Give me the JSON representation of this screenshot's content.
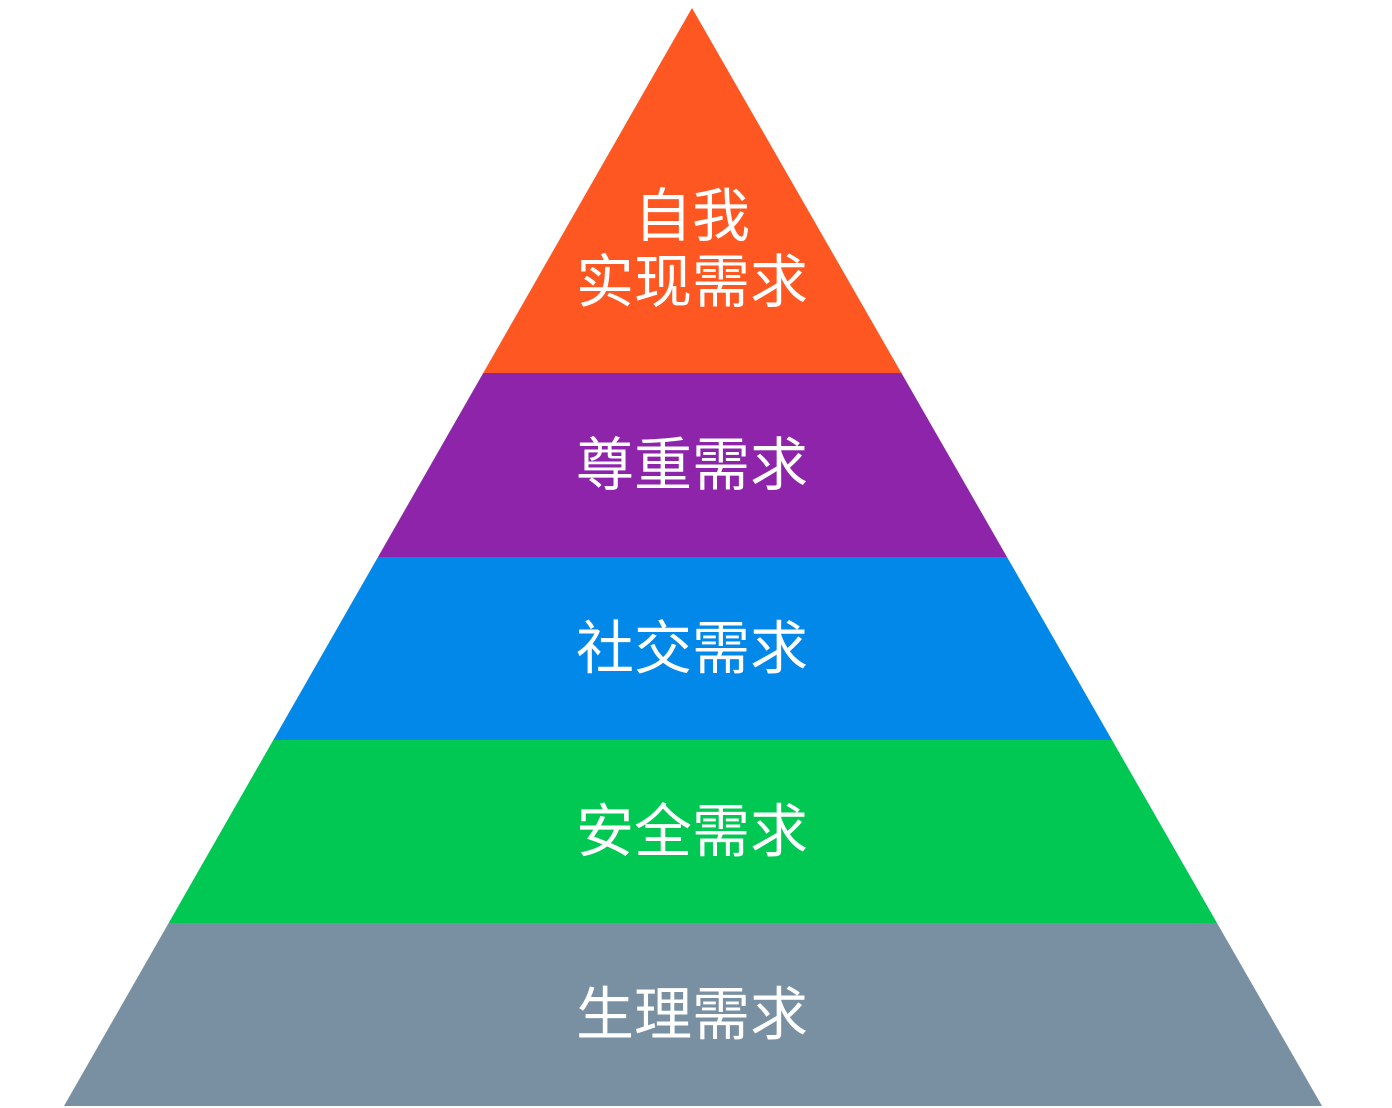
{
  "pyramid": {
    "levels": [
      {
        "lines": [
          "自我",
          "实现需求"
        ],
        "color": "#FF5722"
      },
      {
        "lines": [
          "尊重需求"
        ],
        "color": "#8E24AA"
      },
      {
        "lines": [
          "社交需求"
        ],
        "color": "#0288E8"
      },
      {
        "lines": [
          "安全需求"
        ],
        "color": "#00C853"
      },
      {
        "lines": [
          "生理需求"
        ],
        "color": "#7890A2"
      }
    ]
  }
}
